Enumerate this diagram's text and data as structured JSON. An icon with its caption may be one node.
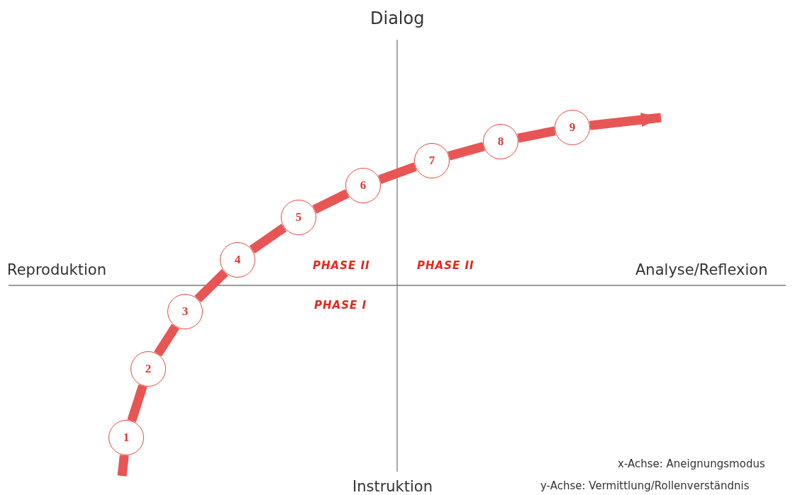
{
  "diagram": {
    "nodes": [
      {
        "text": [
          "1"
        ]
      },
      {
        "text": [
          "2"
        ]
      },
      {
        "text": [
          "3"
        ]
      },
      {
        "text": [
          "4"
        ]
      },
      {
        "text": [
          "5"
        ]
      },
      {
        "text": [
          "6"
        ]
      },
      {
        "text": [
          "7"
        ]
      },
      {
        "text": [
          "8"
        ]
      },
      {
        "text": [
          "9"
        ]
      }
    ],
    "edges": [
      {
        "from": null,
        "to": 0,
        "arrow": "none"
      },
      {
        "from": 0,
        "to": 1,
        "arrow": "none"
      },
      {
        "from": 1,
        "to": 2,
        "arrow": "none"
      },
      {
        "from": 2,
        "to": 3,
        "arrow": "none"
      },
      {
        "from": 3,
        "to": 4,
        "arrow": "none"
      },
      {
        "from": 4,
        "to": 5,
        "arrow": "none"
      },
      {
        "from": 5,
        "to": 6,
        "arrow": "none"
      },
      {
        "from": 6,
        "to": 7,
        "arrow": "none"
      },
      {
        "from": 7,
        "to": 8,
        "arrow": "none"
      },
      {
        "from": 8,
        "to": null,
        "arrow": "to"
      }
    ],
    "labels": [
      "Dialog",
      "Reproduktion",
      "PHASE II",
      "PHASE II",
      "Analyse/Reflexion",
      "PHASE I",
      "x-Achse: Aneignungsmodus",
      "Instruktion",
      "y-Achse: Vermittlung/Rollenverständnis"
    ]
  }
}
